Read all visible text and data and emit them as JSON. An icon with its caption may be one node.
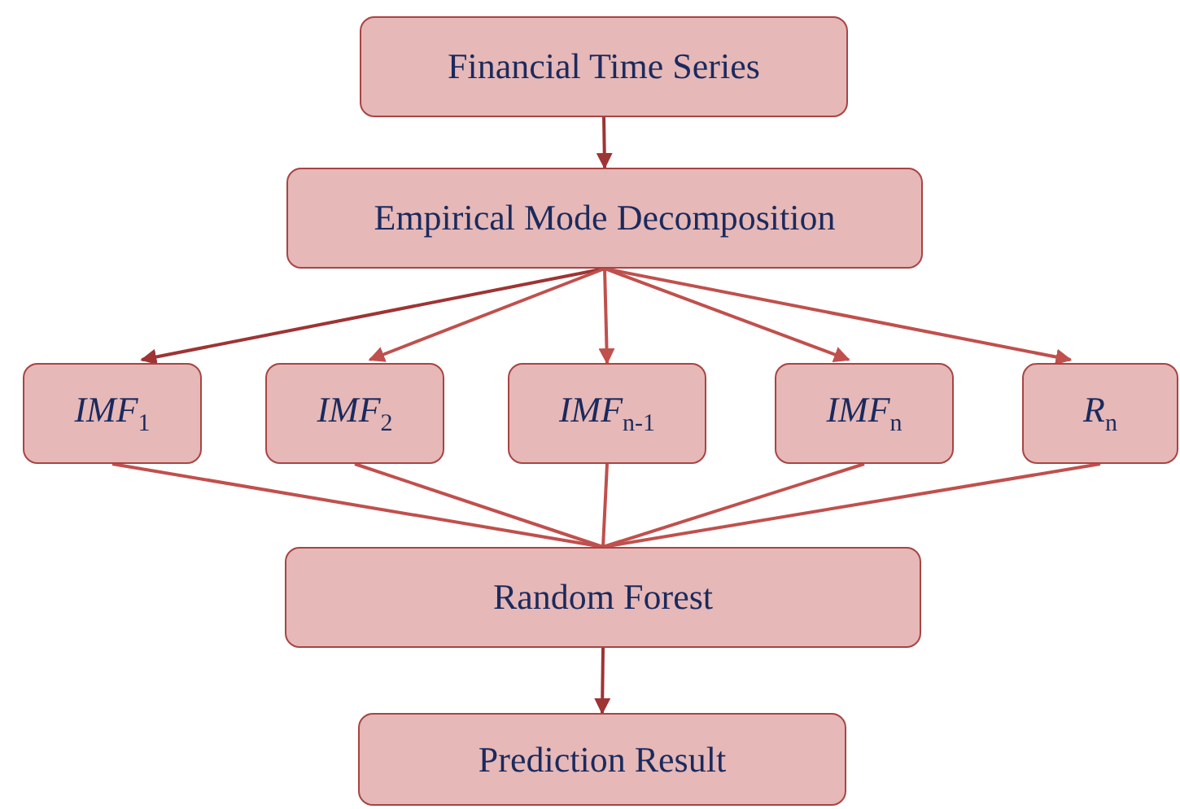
{
  "diagram": {
    "nodes": [
      {
        "text": [
          "Financial Time Series"
        ]
      },
      {
        "text": [
          "Empirical Mode Decomposition"
        ]
      },
      {
        "text": [
          "*IMF*$_{1}$"
        ]
      },
      {
        "text": [
          "*IMF*$_{2}$"
        ]
      },
      {
        "text": [
          "*IMF*$_{n-1}$"
        ]
      },
      {
        "text": [
          "*IMF*$_{n}$"
        ]
      },
      {
        "text": [
          "*R*$_{n}$"
        ]
      },
      {
        "text": [
          "Random Forest"
        ]
      },
      {
        "text": [
          "Prediction Result"
        ]
      }
    ],
    "edges": [
      {
        "from": 0,
        "to": 1,
        "arrow": "to",
        "color": "#9e3434"
      },
      {
        "from": 1,
        "to": 2,
        "arrow": "to",
        "color": "#9e3434"
      },
      {
        "from": 1,
        "to": 3,
        "arrow": "to"
      },
      {
        "from": 1,
        "to": 4,
        "arrow": "to"
      },
      {
        "from": 1,
        "to": 5,
        "arrow": "to"
      },
      {
        "from": 1,
        "to": 6,
        "arrow": "to"
      },
      {
        "from": 2,
        "to": 7,
        "arrow": "none"
      },
      {
        "from": 3,
        "to": 7,
        "arrow": "none"
      },
      {
        "from": 4,
        "to": 7,
        "arrow": "none"
      },
      {
        "from": 5,
        "to": 7,
        "arrow": "none"
      },
      {
        "from": 6,
        "to": 7,
        "arrow": "none"
      },
      {
        "from": 7,
        "to": 8,
        "arrow": "to",
        "color": "#9e3434"
      }
    ]
  }
}
